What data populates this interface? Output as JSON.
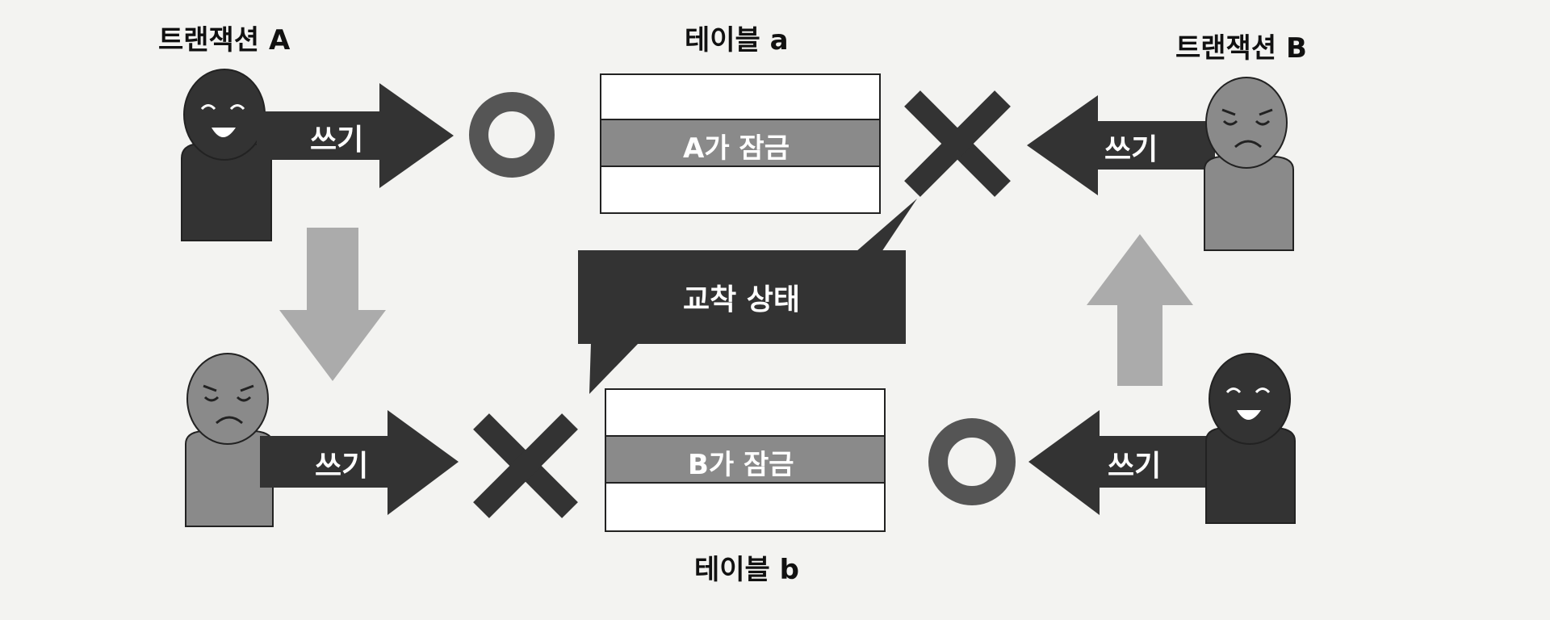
{
  "transactions": {
    "a_label": "트랜잭션 A",
    "b_label": "트랜잭션 B"
  },
  "tables": {
    "a_label": "테이블 a",
    "b_label": "테이블 b",
    "a_lock": "A가 잠금",
    "b_lock": "B가 잠금"
  },
  "actions": {
    "write": "쓰기"
  },
  "deadlock": {
    "label": "교착 상태"
  },
  "colors": {
    "dark": "#333333",
    "mid_gray": "#8a8a8a",
    "light_gray": "#ababab",
    "background": "#f3f3f1"
  }
}
